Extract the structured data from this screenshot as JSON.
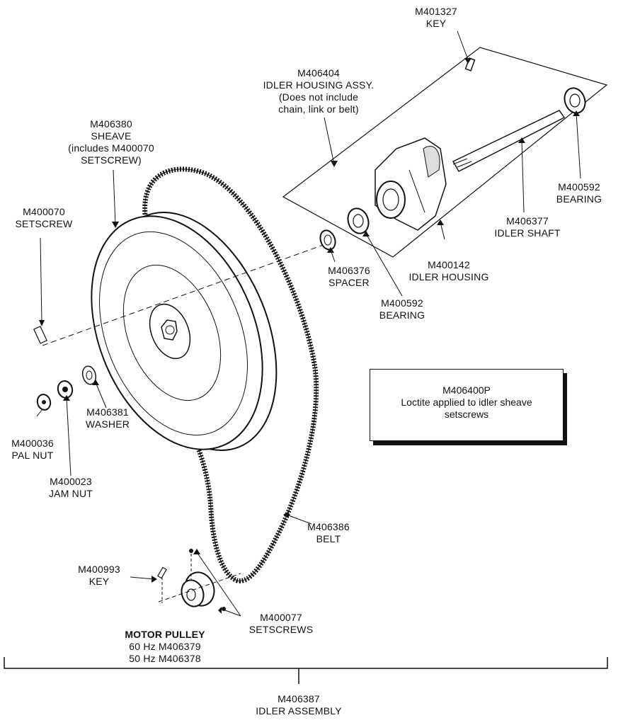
{
  "labels": {
    "key_top": {
      "part": "M401327",
      "name": "KEY"
    },
    "idler_housing_assy": {
      "part": "M406404",
      "name": "IDLER HOUSING ASSY.",
      "note1": "(Does not include",
      "note2": "chain, link or belt)"
    },
    "sheave": {
      "part": "M406380",
      "name": "SHEAVE",
      "note1": "(includes M400070",
      "note2": "SETSCREW)"
    },
    "setscrew": {
      "part": "M400070",
      "name": "SETSCREW"
    },
    "bearing_right": {
      "part": "M400592",
      "name": "BEARING"
    },
    "idler_shaft": {
      "part": "M406377",
      "name": "IDLER SHAFT"
    },
    "idler_housing": {
      "part": "M400142",
      "name": "IDLER HOUSING"
    },
    "spacer": {
      "part": "M406376",
      "name": "SPACER"
    },
    "bearing_left": {
      "part": "M400592",
      "name": "BEARING"
    },
    "washer": {
      "part": "M406381",
      "name": "WASHER"
    },
    "pal_nut": {
      "part": "M400036",
      "name": "PAL NUT"
    },
    "jam_nut": {
      "part": "M400023",
      "name": "JAM NUT"
    },
    "belt": {
      "part": "M406386",
      "name": "BELT"
    },
    "key_bottom": {
      "part": "M400993",
      "name": "KEY"
    },
    "setscrews": {
      "part": "M400077",
      "name": "SETSCREWS"
    },
    "motor_pulley": {
      "name": "MOTOR PULLEY",
      "hz60": "60 Hz M406379",
      "hz50": "50 Hz M406378"
    },
    "idler_assembly": {
      "part": "M406387",
      "name": "IDLER ASSEMBLY"
    }
  },
  "note": {
    "part": "M406400P",
    "line1": "Loctite applied to idler sheave",
    "line2": "setscrews"
  }
}
